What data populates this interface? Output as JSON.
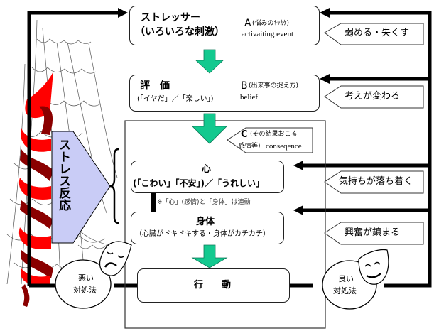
{
  "stressor": {
    "title_line1": "ストレッサー",
    "title_line2": "（いろいろな刺激）",
    "label_letter": "A",
    "label_jp": "(悩みのｷｯｶｹ)",
    "label_en": "activaiting event"
  },
  "evaluation": {
    "title": "評　価",
    "subtitle": "(「イヤだ」／「楽しい」)",
    "label_letter": "B",
    "label_jp": "(出来事の捉え方)",
    "label_en": "belief"
  },
  "consequence_label": {
    "letter": "C",
    "line1": "(その結果おこる",
    "line2_jp": "感情等)",
    "line2_en": "conseqence"
  },
  "stress_reaction": {
    "label": "ストレス反応"
  },
  "mind": {
    "title": "心",
    "subtitle": "(「こわい」「不安」)／「うれしい」"
  },
  "link_note": "※「心」(感情)と「身体」は連動",
  "body": {
    "title": "身体",
    "subtitle": "（心臓がドキドキする・身体がカチカチ）"
  },
  "action": {
    "title": "行　　動"
  },
  "right_labels": [
    "弱める・失くす",
    "考えが変わる",
    "気持ちが落ち着く",
    "興奮が鎮まる"
  ],
  "coping": {
    "bad": [
      "悪い",
      "対処法"
    ],
    "good": [
      "良い",
      "対処法"
    ]
  },
  "colors": {
    "arrow_green": "#13c98f",
    "stress_reaction_fill": "#c9ccf6",
    "rope_red": "#ff0000",
    "rope_dark_red": "#8a0000",
    "line_black": "#000000"
  }
}
